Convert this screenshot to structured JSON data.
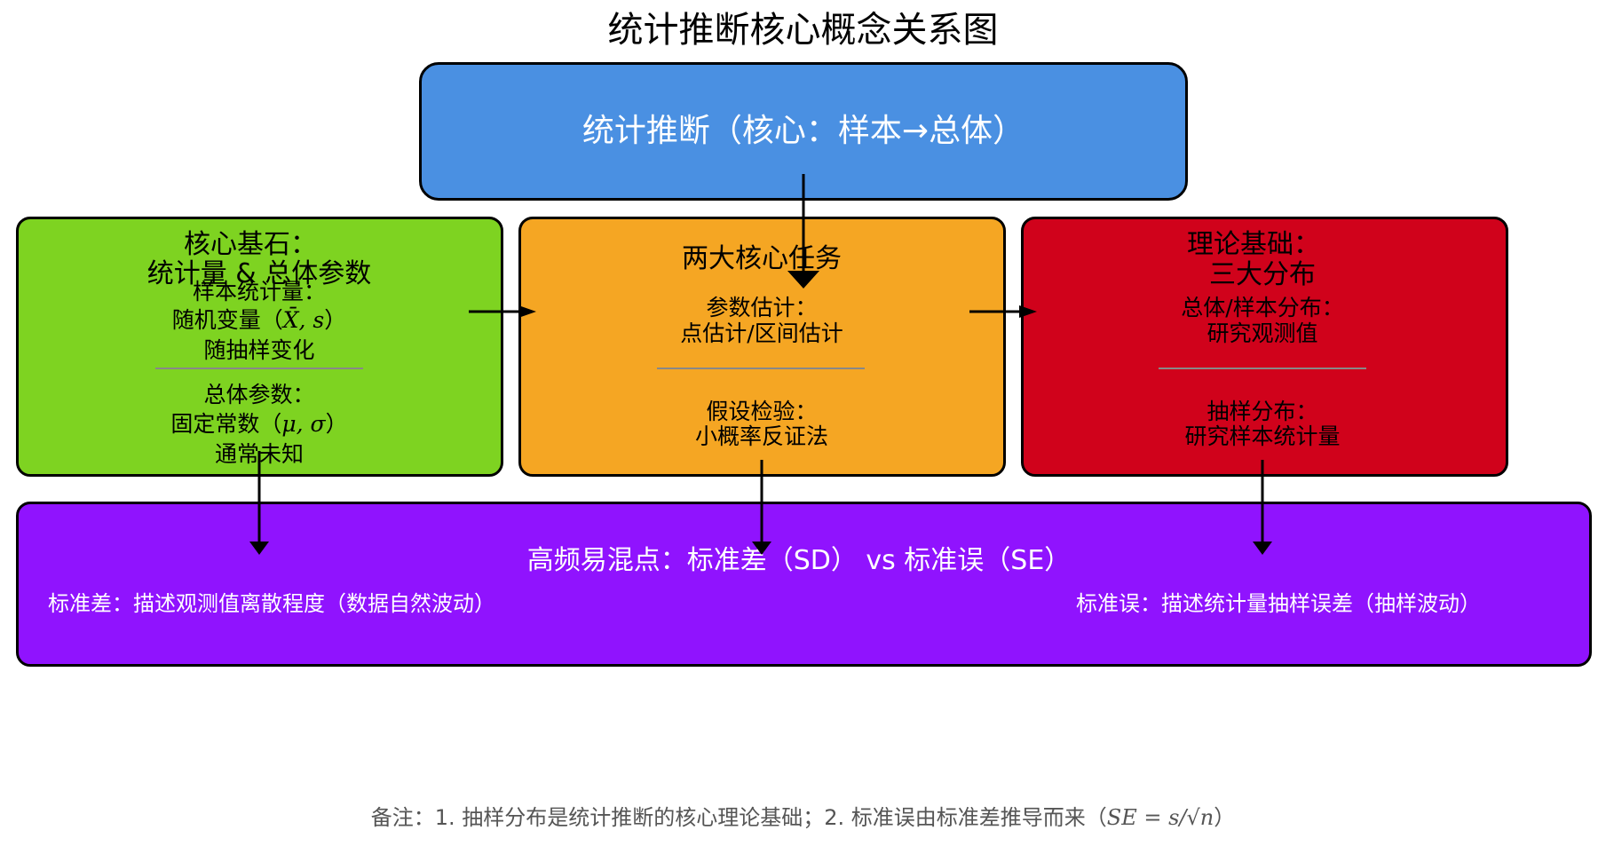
{
  "title": "统计推断核心概念关系图",
  "top": {
    "label": "统计推断（核心：样本→总体）"
  },
  "left": {
    "heading_line1": "核心基石：",
    "heading_line2": "统计量 & 总体参数",
    "section1_line1": "样本统计量：",
    "section1_line2_prefix": "随机变量（",
    "section1_math": "X̄, s",
    "section1_line2_suffix": "）",
    "section1_line3": "随抽样变化",
    "section2_line1": "总体参数：",
    "section2_line2_prefix": "固定常数（",
    "section2_math": "μ, σ",
    "section2_line2_suffix": "）",
    "section2_line3": "通常未知"
  },
  "middle": {
    "heading": "两大核心任务",
    "section1_line1": "参数估计：",
    "section1_line2": "点估计/区间估计",
    "section2_line1": "假设检验：",
    "section2_line2": "小概率反证法"
  },
  "right": {
    "heading_line1": "理论基础：",
    "heading_line2": "三大分布",
    "section1_line1": "总体/样本分布：",
    "section1_line2": "研究观测值",
    "section2_line1": "抽样分布：",
    "section2_line2": "研究样本统计量"
  },
  "bottom": {
    "title": "高频易混点：标准差（SD） vs 标准误（SE）",
    "left_note": "标准差：描述观测值离散程度（数据自然波动）",
    "right_note": "标准误：描述统计量抽样误差（抽样波动）"
  },
  "footnote": {
    "text": "备注：1. 抽样分布是统计推断的核心理论基础；2. 标准误由标准差推导而来（",
    "math": "SE = s/√n",
    "suffix": "）"
  },
  "colors": {
    "top": "#4a90e2",
    "left": "#7ed321",
    "middle": "#f5a623",
    "right": "#d0021b",
    "bottom": "#9013fe"
  }
}
